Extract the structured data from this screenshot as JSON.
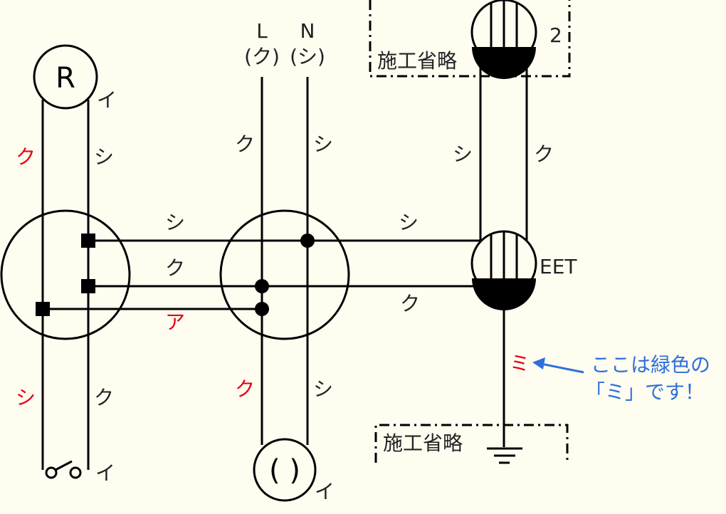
{
  "colors": {
    "background": "#fffcf0",
    "red": "#e60012",
    "note": "#2f6fdc"
  },
  "top": {
    "l_letter": "L",
    "n_letter": "N",
    "l_color": "(ク)",
    "n_color": "(シ)"
  },
  "omit": {
    "top_label": "施工省略",
    "bottom_label": "施工省略"
  },
  "devices": {
    "r_symbol": "R",
    "outlet_symbol": "( )",
    "outlet2_count": "2",
    "eet_label": "EET"
  },
  "labels": {
    "r_i": "イ",
    "r_left": "ク",
    "r_right": "シ",
    "left_bottom_left": "シ",
    "left_bottom_right": "ク",
    "switch_i": "イ",
    "h1": "シ",
    "h2": "ク",
    "h3": "ア",
    "mid_top_left": "ク",
    "mid_top_right": "シ",
    "mid_bottom_left": "ク",
    "mid_bottom_right": "シ",
    "outlet_i": "イ",
    "right_top": "シ",
    "right_bottom": "ク",
    "vert_left": "シ",
    "vert_right": "ク",
    "ground": "ミ"
  },
  "note": {
    "line1": "ここは緑色の",
    "line2": "「ミ」です！"
  }
}
